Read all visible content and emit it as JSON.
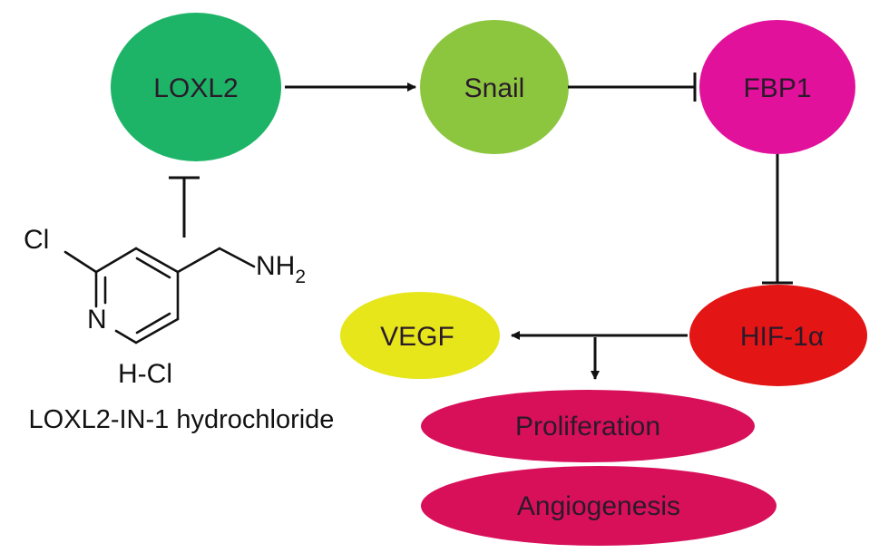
{
  "nodes": {
    "loxl2": {
      "label": "LOXL2",
      "color": "#1db468"
    },
    "snail": {
      "label": "Snail",
      "color": "#8cc63f"
    },
    "fbp1": {
      "label": "FBP1",
      "color": "#e1119b"
    },
    "hif1a": {
      "label": "HIF-1α",
      "color": "#e41515"
    },
    "vegf": {
      "label": "VEGF",
      "color": "#e6e61a"
    },
    "proliferation": {
      "label": "Proliferation",
      "color": "#d8105a"
    },
    "angiogenesis": {
      "label": "Angiogenesis",
      "color": "#d8105a"
    }
  },
  "compound": {
    "cl_label": "Cl",
    "n_label": "N",
    "nh2_label": "NH",
    "nh2_subscript": "2",
    "salt_label": "H-Cl",
    "name": "LOXL2-IN-1 hydrochloride"
  },
  "edges": [
    {
      "from": "LOXL2",
      "to": "Snail",
      "type": "activation-arrow"
    },
    {
      "from": "Snail",
      "to": "FBP1",
      "type": "inhibition-bar"
    },
    {
      "from": "FBP1",
      "to": "HIF-1α",
      "type": "inhibition-bar"
    },
    {
      "from": "HIF-1α",
      "to": "VEGF",
      "type": "activation-arrow"
    },
    {
      "from": "HIF-1α",
      "to": "Proliferation",
      "type": "activation-arrow"
    },
    {
      "from": "LOXL2-IN-1 hydrochloride",
      "to": "LOXL2",
      "type": "inhibition-bar"
    }
  ]
}
